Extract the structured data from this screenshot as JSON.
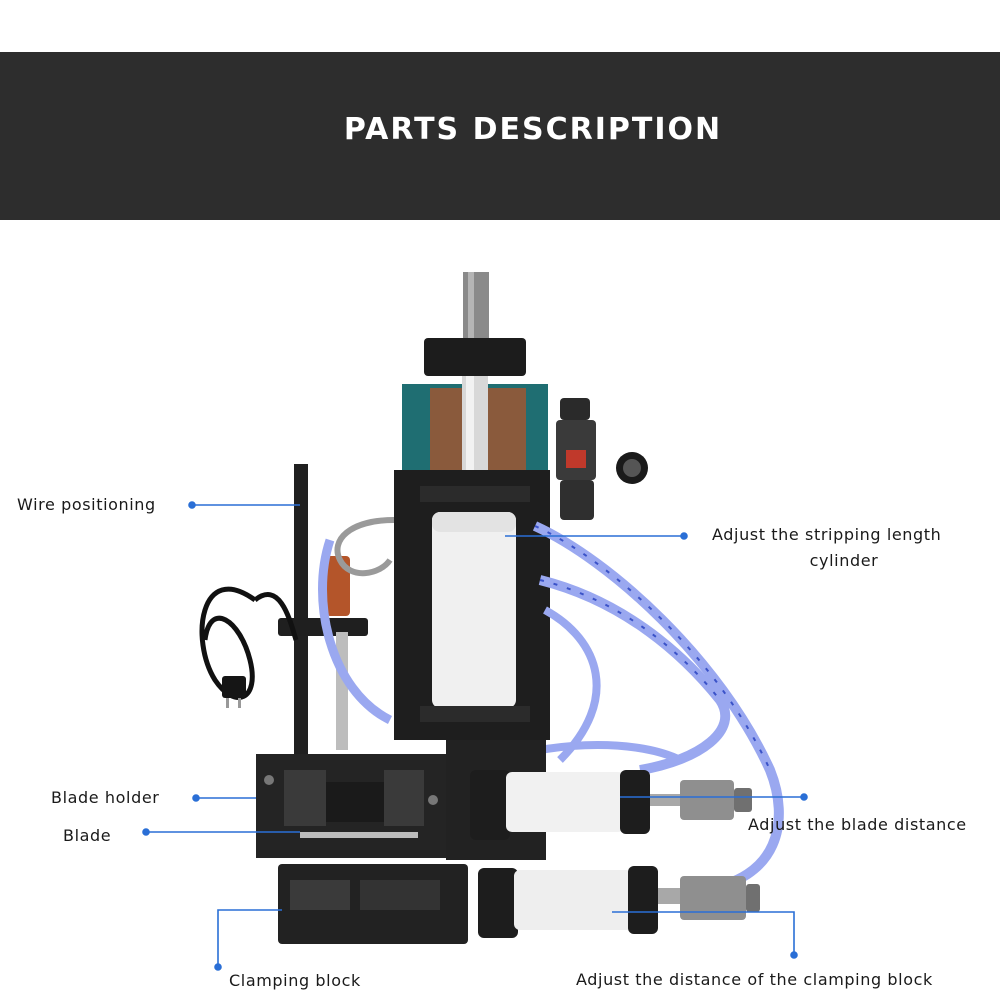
{
  "header": {
    "title": "PARTS DESCRIPTION"
  },
  "colors": {
    "banner": "#2d2d2d",
    "callout_line": "#2a6fd6",
    "machine_body": "#1e1e1e",
    "frame_teal": "#1f6e72",
    "tube_blue": "#9aa8f0"
  },
  "labels": {
    "wire_positioning": "Wire positioning",
    "stripping_length_line1": "Adjust the stripping length",
    "stripping_length_line2": "cylinder",
    "blade_holder": "Blade holder",
    "blade": "Blade",
    "blade_distance": "Adjust the blade distance",
    "clamping_block": "Clamping block",
    "clamping_distance": "Adjust the distance of the clamping block"
  }
}
